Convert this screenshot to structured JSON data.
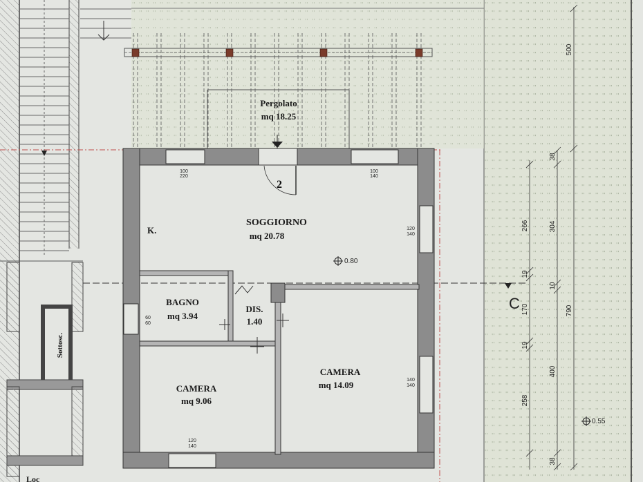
{
  "rooms": {
    "pergolato": {
      "name": "Pergolato",
      "area": "mq 18.25"
    },
    "soggiorno": {
      "name": "SOGGIORNO",
      "area": "mq 20.78"
    },
    "bagno": {
      "name": "BAGNO",
      "area": "mq 3.94"
    },
    "dis": {
      "name": "DIS.",
      "area": "1.40"
    },
    "camera_small": {
      "name": "CAMERA",
      "area": "mq 9.06"
    },
    "camera_large": {
      "name": "CAMERA",
      "area": "mq 14.09"
    },
    "sottosc": {
      "name": "Sottosc."
    },
    "loc": {
      "name": "Loc"
    }
  },
  "labels": {
    "kitchen": "K.",
    "door_number": "2",
    "section_mark": "C",
    "level_inside": "0.80",
    "level_outside": "0.55"
  },
  "window_marks": {
    "top_left": [
      "100",
      "220"
    ],
    "top_right": [
      "100",
      "140"
    ],
    "right_upper": [
      "120",
      "140"
    ],
    "right_lower": [
      "140",
      "140"
    ],
    "bagno": [
      "60",
      "60"
    ],
    "bottom": [
      "120",
      "140"
    ]
  },
  "dimensions": {
    "right_col1": [
      "266",
      "19",
      "170",
      "19",
      "258"
    ],
    "right_col2": [
      "38",
      "304",
      "10",
      "400",
      "38"
    ],
    "right_col3": [
      "500",
      "790"
    ]
  },
  "colors": {
    "wall": "#8c8c8c",
    "background": "#e4e6e2",
    "hatch": "#9a9a9a",
    "pergola_post": "#7a3b2a",
    "red_line": "#c0504d",
    "green_area": "#dfe4d8"
  }
}
